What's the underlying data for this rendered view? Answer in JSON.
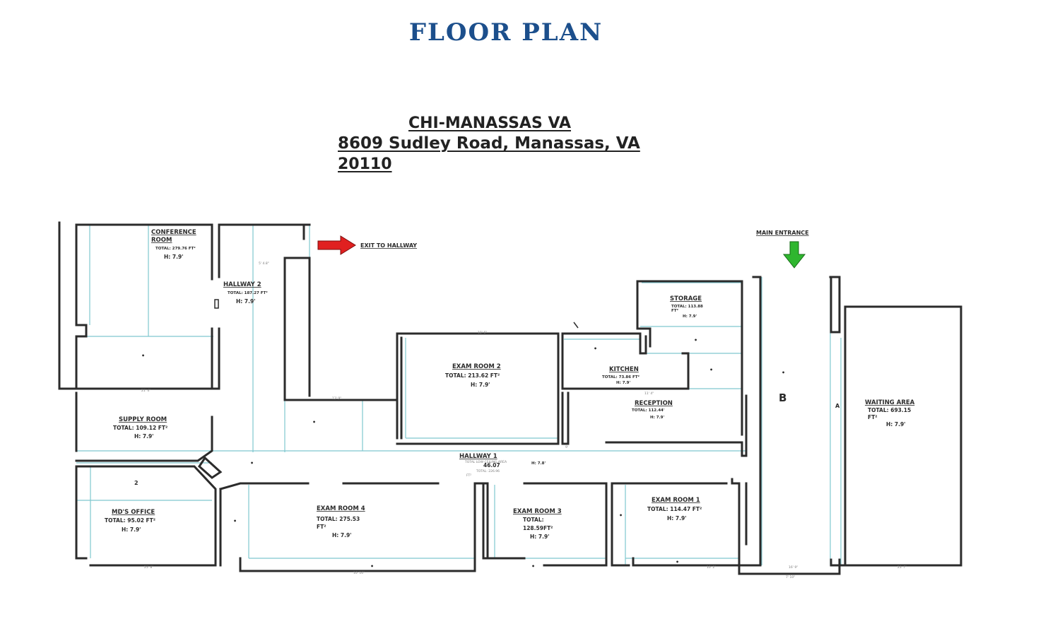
{
  "heading": "FLOOR PLAN",
  "address": {
    "name": "CHI-MANASSAS VA",
    "street": "8609 Sudley Road, Manassas, VA",
    "zip": "20110"
  },
  "annotations": {
    "exit": "EXIT TO HALLWAY",
    "main_entrance": "MAIN ENTRANCE",
    "label_b": "B",
    "label_a": "A"
  },
  "rooms": {
    "conference": {
      "name_1": "CONFERENCE",
      "name_2": "ROOM",
      "total": "TOTAL: 279.76 FT²",
      "height": "H: 7.9'"
    },
    "hallway2": {
      "name": "HALLWAY 2",
      "total": "TOTAL: 187.27 FT²",
      "height": "H: 7.9'"
    },
    "storage": {
      "name": "STORAGE",
      "total": "TOTAL: 113.88",
      "unit": "FT²",
      "height": "H: 7.9'"
    },
    "exam2": {
      "name": "EXAM ROOM 2",
      "total": "TOTAL: 213.62 FT²",
      "height": "H: 7.9'"
    },
    "kitchen": {
      "name": "KITCHEN",
      "total": "TOTAL: 73.86 FT²",
      "height": "H: 7.9'"
    },
    "reception": {
      "name": "RECEPTION",
      "total": "TOTAL: 112.44'",
      "height": "H: 7.9'"
    },
    "waiting": {
      "name": "WAITING AREA",
      "total": "TOTAL: 693.15",
      "unit": "FT²",
      "height": "H: 7.9'"
    },
    "supply": {
      "name": "SUPPLY ROOM",
      "total": "TOTAL: 109.12 FT²",
      "height": "H: 7.9'"
    },
    "hallway1": {
      "name": "HALLWAY 1",
      "note": "TOTAL LOW CEILING AREA",
      "value": "46.07",
      "total": "TOTAL: 226.96",
      "unit": "FT²",
      "height": "H: 7.8'"
    },
    "mds_office": {
      "name": "MD'S OFFICE",
      "total": "TOTAL: 95.02 FT²",
      "height": "H: 7.9'"
    },
    "exam4": {
      "name": "EXAM ROOM 4",
      "total": "TOTAL: 275.53",
      "unit": "FT²",
      "height": "H: 7.9'"
    },
    "exam3": {
      "name": "EXAM ROOM 3",
      "total": "TOTAL:",
      "value": "128.59FT²",
      "height": "H: 7.9'"
    },
    "exam1": {
      "name": "EXAM ROOM 1",
      "total": "TOTAL: 114.47 FT²",
      "height": "H: 7.9'"
    }
  },
  "dimensions": {
    "d1": "5' 4.8\"",
    "d2": "13' 9\"",
    "d3": "10' 6\"",
    "d4": "9'",
    "d5": "11' 4\"",
    "d6": "16' 9\"",
    "d7": "23' 7\"",
    "d8": "10' 10\"",
    "d9": "21' 4\"",
    "d10": "10' 2\"",
    "d11": "7' 10\"",
    "d12": "25' 8\""
  },
  "colors": {
    "heading": "#1c4f8c",
    "walls": "#2b2b2b",
    "dimension_lines": "#7fc7cf",
    "exit_arrow": "#e02020",
    "entrance_arrow": "#2fb62f"
  }
}
